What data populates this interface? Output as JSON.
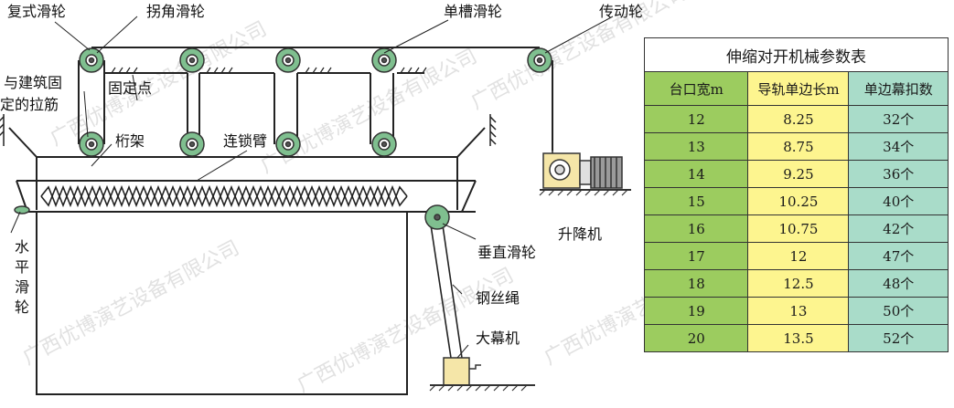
{
  "labels": {
    "compound_pulley": "复式滑轮",
    "corner_pulley": "拐角滑轮",
    "single_groove_pulley": "单槽滑轮",
    "drive_pulley": "传动轮",
    "building_tie_line1": "与建筑固",
    "building_tie_line2": "定的拉筋",
    "fixed_point": "固定点",
    "truss": "桁架",
    "interlock_arm": "连锁臂",
    "hoist": "升降机",
    "vertical_pulley": "垂直滑轮",
    "horizontal_pulley": [
      "水",
      "平",
      "滑",
      "轮"
    ],
    "wire_rope": "钢丝绳",
    "curtain_machine": "大幕机"
  },
  "watermark": "广西优博演艺设备有限公司",
  "table": {
    "title": "伸缩对开机械参数表",
    "headers": [
      "台口宽m",
      "导轨单边长m",
      "单边幕扣数"
    ],
    "rows": [
      [
        "12",
        "8.25",
        "32个"
      ],
      [
        "13",
        "8.75",
        "34个"
      ],
      [
        "14",
        "9.25",
        "36个"
      ],
      [
        "15",
        "10.25",
        "40个"
      ],
      [
        "16",
        "10.75",
        "42个"
      ],
      [
        "17",
        "12",
        "47个"
      ],
      [
        "18",
        "12.5",
        "48个"
      ],
      [
        "19",
        "13",
        "50个"
      ],
      [
        "20",
        "13.5",
        "52个"
      ]
    ]
  },
  "colors": {
    "pulley": "#7fbf8f",
    "motor": "#f5e6a8",
    "curtain_box": "#f5e6a8",
    "col1": "#9ccc5f",
    "col2": "#fdf58f",
    "col3": "#a9dcc9"
  }
}
